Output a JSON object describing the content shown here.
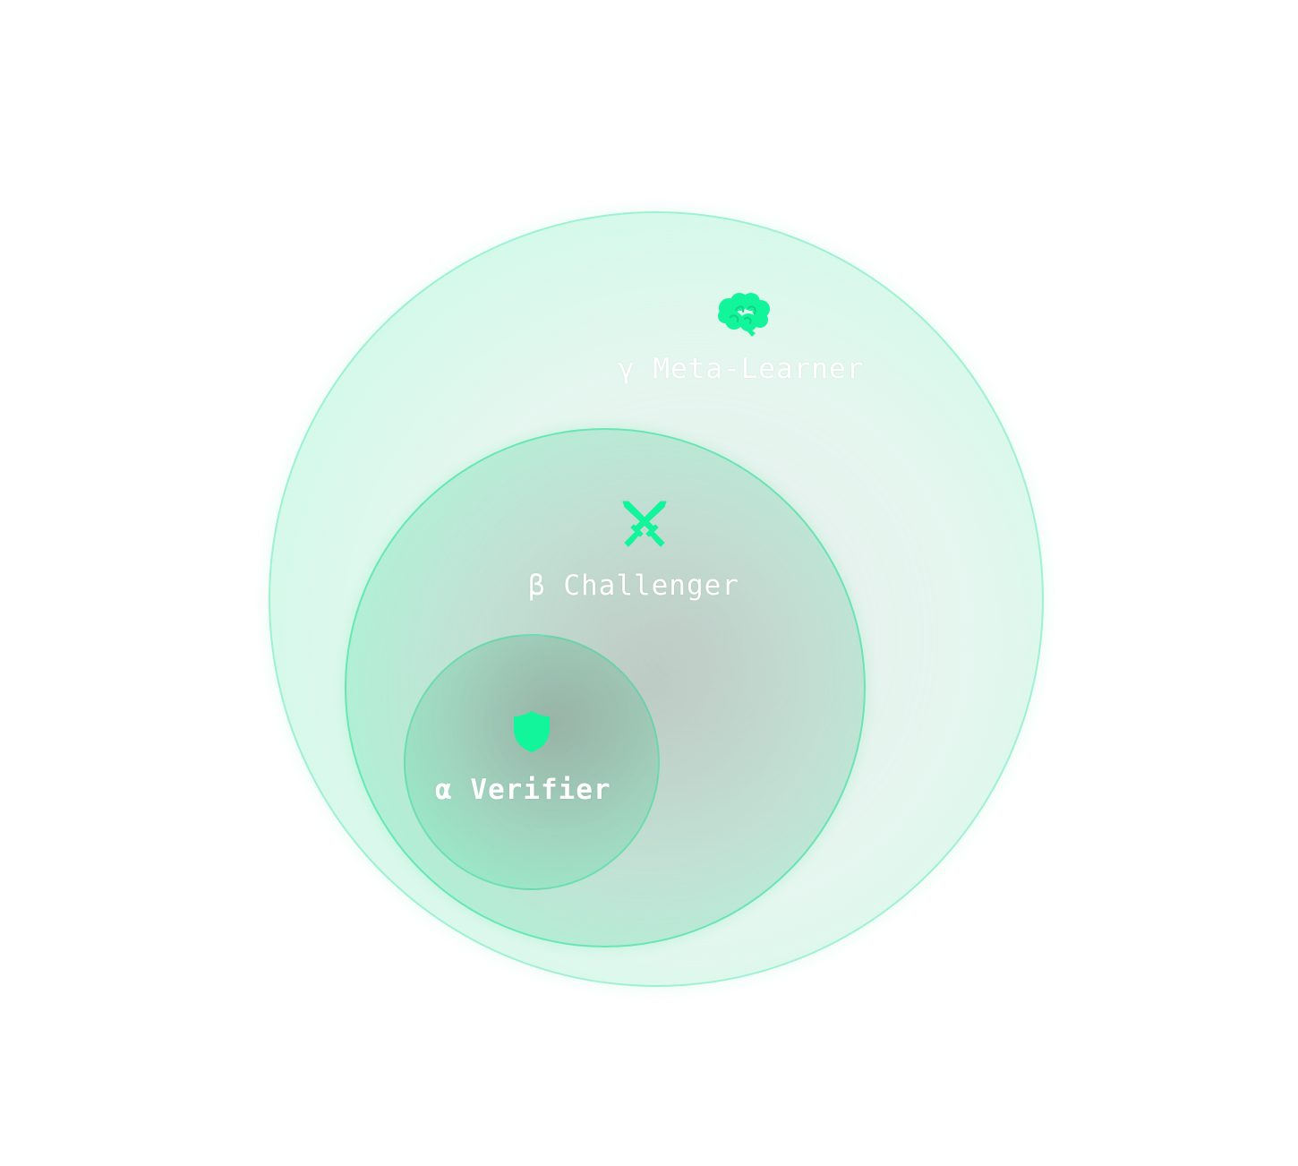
{
  "layers": {
    "gamma": {
      "label": "γ Meta-Learner",
      "icon": "brain-icon"
    },
    "beta": {
      "label": "β Challenger",
      "icon": "crossed-swords-icon"
    },
    "alpha": {
      "label": "α Verifier",
      "icon": "shield-icon"
    }
  },
  "colors": {
    "accent": "#12f59a",
    "label_text": "#ffffff",
    "background": "#ffffff"
  }
}
